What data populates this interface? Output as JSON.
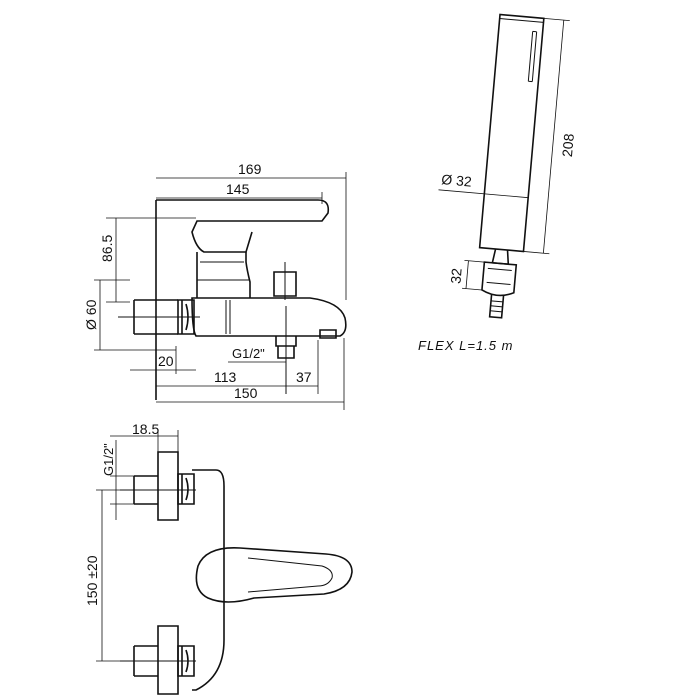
{
  "colors": {
    "line": "#111111",
    "background": "#ffffff"
  },
  "side_view": {
    "dim_total_width": "169",
    "dim_body_width": "145",
    "dim_height": "86.5",
    "dim_diameter": "Ø 60",
    "dim_inlet": "20",
    "dim_thread": "G1/2\"",
    "dim_to_outlet": "113",
    "dim_outlet": "37",
    "dim_base_width": "150"
  },
  "hand_shower": {
    "dim_length": "208",
    "dim_diameter": "Ø 32",
    "dim_connector": "32",
    "hose_note": "FLEX  L=1.5  m"
  },
  "front_view": {
    "dim_depth": "18.5",
    "dim_thread": "G1/2\"",
    "dim_centers": "150 ±20"
  }
}
